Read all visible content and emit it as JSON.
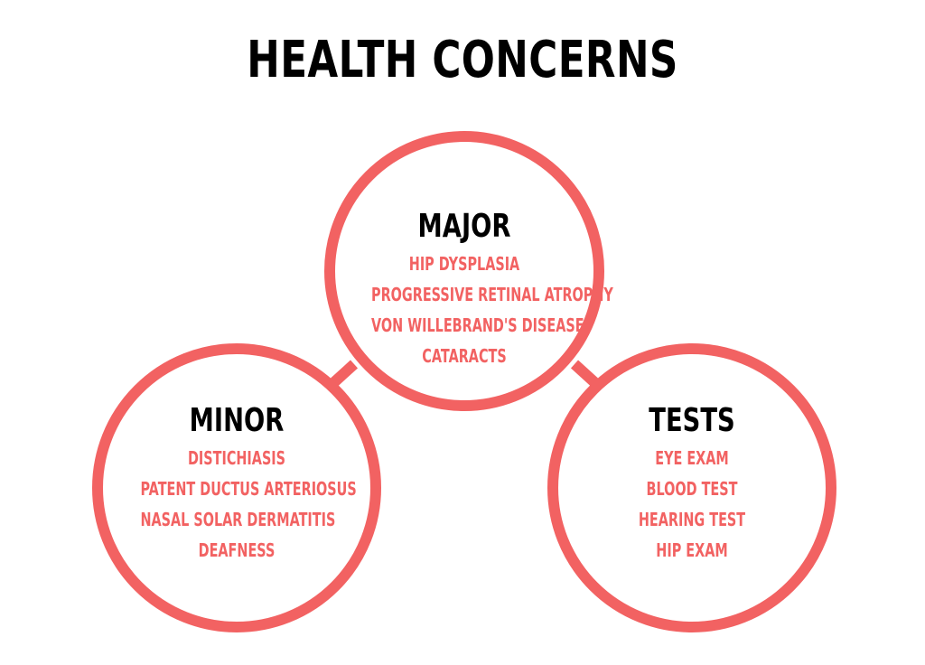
{
  "title": "HEALTH CONCERNS",
  "colors": {
    "accent": "#f26262",
    "heading": "#000000",
    "background": "#ffffff"
  },
  "groups": [
    {
      "heading": "MAJOR",
      "items": [
        "HIP DYSPLASIA",
        "PROGRESSIVE RETINAL ATROPHY",
        "VON WILLEBRAND'S DISEASE",
        "CATARACTS"
      ]
    },
    {
      "heading": "MINOR",
      "items": [
        "DISTICHIASIS",
        "PATENT DUCTUS ARTERIOSUS",
        "NASAL SOLAR DERMATITIS",
        "DEAFNESS"
      ]
    },
    {
      "heading": "TESTS",
      "items": [
        "EYE EXAM",
        "BLOOD TEST",
        "HEARING TEST",
        "HIP EXAM"
      ]
    }
  ]
}
